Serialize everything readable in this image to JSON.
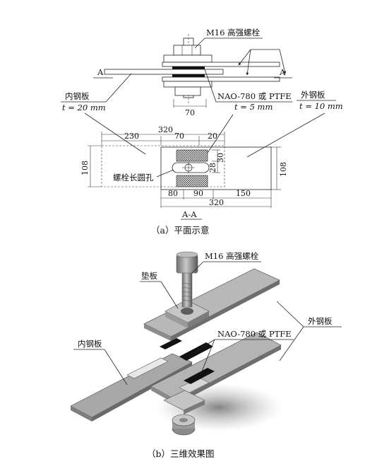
{
  "plan": {
    "bolt_label": "M16 高强螺栓",
    "section_mark": "A",
    "inner_plate_name": "内钢板",
    "inner_plate_thickness": "t = 20 mm",
    "outer_plate_name": "外钢板",
    "outer_plate_thickness": "t = 10 mm",
    "pad_material": "NAO-780 或 PTFE",
    "pad_thickness": "t = 5 mm",
    "dim_70_top": "70",
    "dim_total_top": "320",
    "dim_230": "230",
    "dim_70": "70",
    "dim_20": "20",
    "dim_108_left": "108",
    "dim_108_right": "108",
    "dim_30": "30",
    "dim_28": "28",
    "slot_label": "螺栓长圆孔",
    "dim_80": "80",
    "dim_90": "90",
    "dim_150": "150",
    "dim_total_bottom": "320",
    "section_title": "A-A",
    "caption": "（a）平面示意"
  },
  "view3d": {
    "bolt_label": "M16 高强螺栓",
    "washer_label": "垫板",
    "outer_plate_label": "外钢板",
    "pad_label": "NAO-780 或 PTFE",
    "inner_plate_label": "内钢板",
    "caption": "（b）三维效果图"
  }
}
